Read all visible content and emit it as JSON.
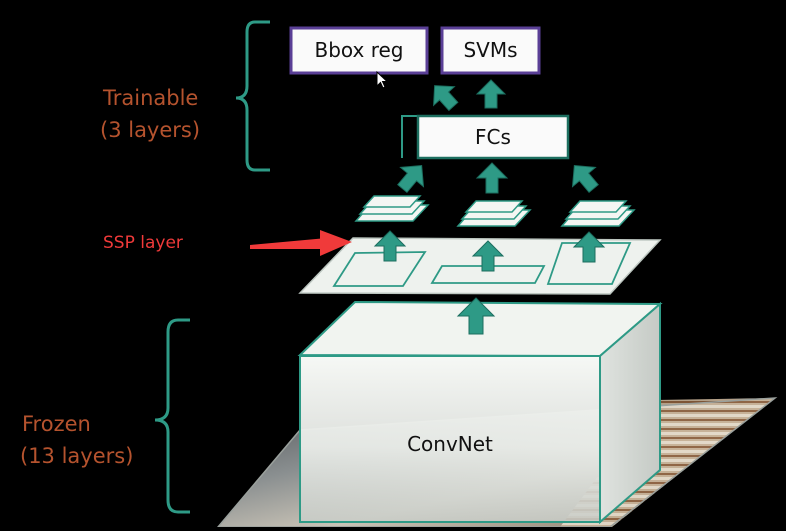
{
  "colors": {
    "background": "#000000",
    "teal": "#2e9a86",
    "purple": "#5a3f96",
    "label_brown": "#b5532e",
    "ssp_red": "#f03a3a",
    "panel": "#eef2ee"
  },
  "trainable": {
    "line1": "Trainable",
    "line2": "(3 layers)"
  },
  "frozen": {
    "line1": "Frozen",
    "line2": "(13 layers)"
  },
  "ssp_label": "SSP layer",
  "boxes": {
    "bbox_reg": "Bbox reg",
    "svms": "SVMs",
    "fcs": "FCs",
    "convnet": "ConvNet"
  },
  "icons": {
    "arrows": "up-arrow-icon",
    "pointer": "red-pointer-arrow-icon",
    "cursor": "mouse-cursor-icon"
  }
}
